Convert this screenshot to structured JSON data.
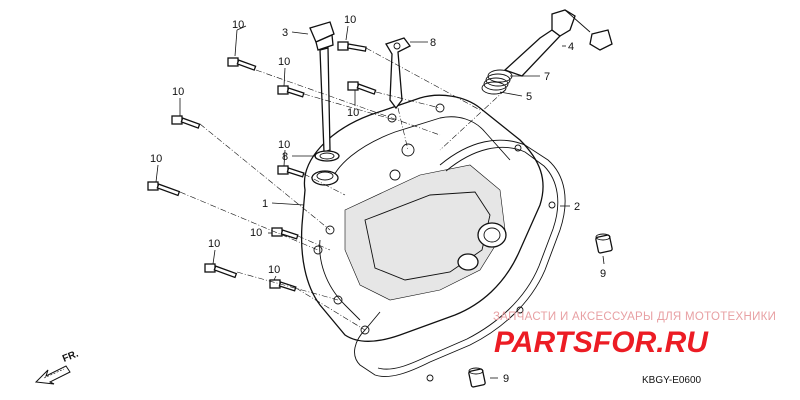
{
  "callouts": {
    "bolt_10_a": "10",
    "bolt_10_b": "10",
    "bolt_10_c": "10",
    "bolt_10_d": "10",
    "bolt_10_e": "10",
    "bolt_10_f": "10",
    "bolt_10_g": "10",
    "bolt_10_h": "10",
    "bolt_10_i": "10",
    "bolt_10_j": "10",
    "dipstick_3": "3",
    "oring_8_top": "8",
    "oring_8_mid": "8",
    "cover_1": "1",
    "gasket_2": "2",
    "shaft_4": "4",
    "spring_7": "7",
    "washer_5": "5",
    "dowel_9_a": "9",
    "dowel_9_b": "9"
  },
  "direction_label": "FR.",
  "diagram_code": "KBGY-E0600",
  "watermark": {
    "top_text": "ЗАПЧАСТИ И АКСЕССУАРЫ ДЛЯ МОТОТЕХНИКИ",
    "logo_text": "PARTSFOR.RU",
    "color": "#ec1c24"
  }
}
